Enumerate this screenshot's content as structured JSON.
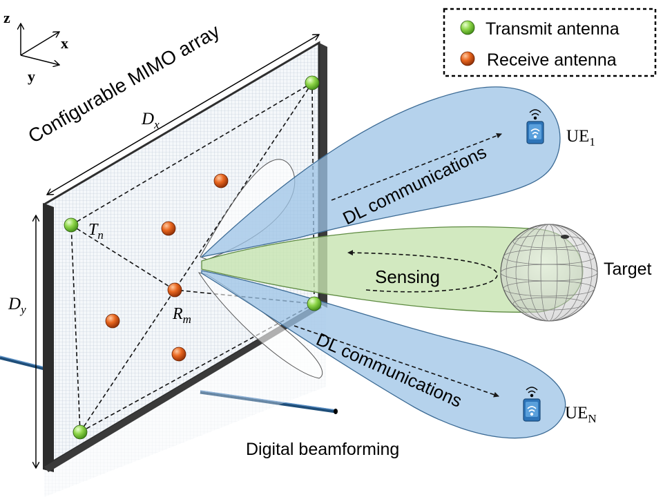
{
  "axes": {
    "z": "z",
    "x": "x",
    "y": "y"
  },
  "legend": {
    "transmit": "Transmit antenna",
    "receive": "Receive antenna"
  },
  "array": {
    "title": "Configurable MIMO array",
    "dx_main": "D",
    "dx_sub": "x",
    "dy_main": "D",
    "dy_sub": "y",
    "tn_main": "T",
    "tn_sub": "n",
    "rm_main": "R",
    "rm_sub": "m"
  },
  "beams": {
    "dl_top": "DL communications",
    "dl_bottom": "DL communications",
    "sensing": "Sensing"
  },
  "ue1": {
    "main": "UE",
    "sub": "1"
  },
  "uen": {
    "main": "UE",
    "sub": "N"
  },
  "target": "Target",
  "beamforming": "Digital beamforming",
  "colors": {
    "transmit": "#7ccf3a",
    "receive": "#e0561c",
    "beam_blue": "#9cc3e6",
    "beam_green": "#c7e3b0",
    "frame": "#333333"
  }
}
